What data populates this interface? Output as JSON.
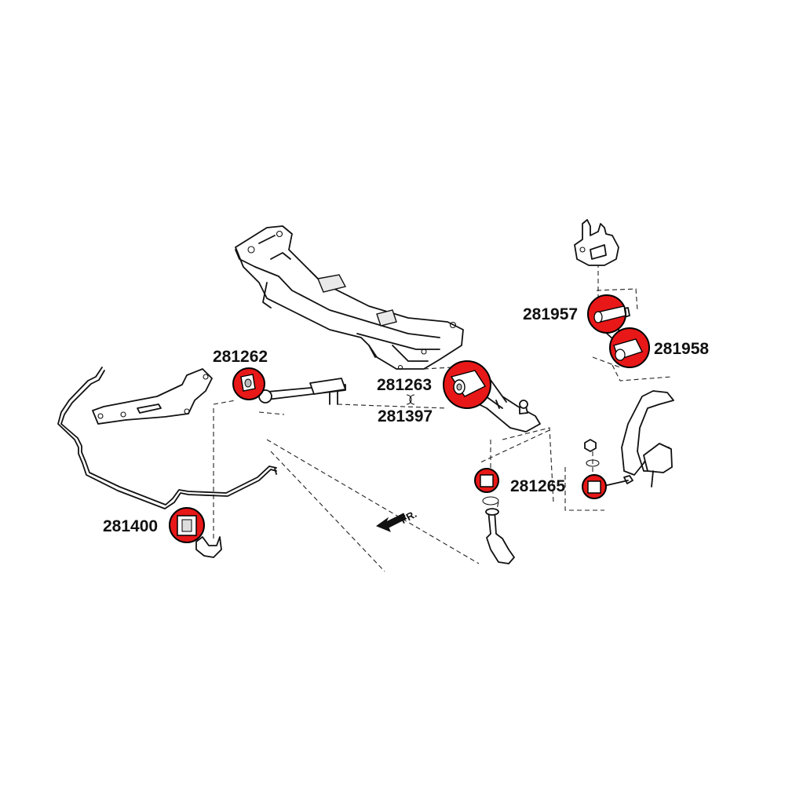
{
  "labels": {
    "p281262": "281262",
    "p281263": "281263",
    "p281397": "281397",
    "p281957": "281957",
    "p281958": "281958",
    "p281265": "281265",
    "p281400": "281400",
    "front": "FR."
  },
  "colors": {
    "highlight": "#e81818",
    "ink": "#111111",
    "background": "#ffffff"
  }
}
